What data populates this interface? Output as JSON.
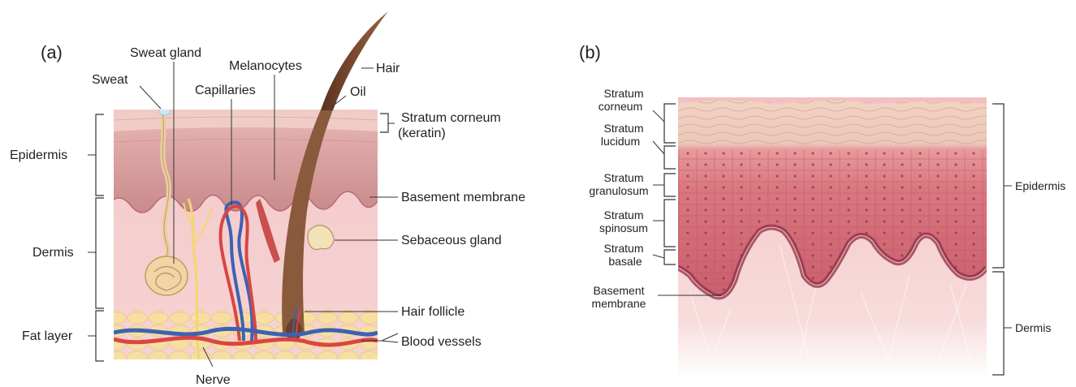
{
  "panels": {
    "a": {
      "letter": "(a)",
      "labels": {
        "sweat_gland": "Sweat gland",
        "sweat": "Sweat",
        "capillaries": "Capillaries",
        "melanocytes": "Melanocytes",
        "hair": "Hair",
        "oil": "Oil",
        "stratum_corneum_1": "Stratum corneum",
        "stratum_corneum_2": "(keratin)",
        "basement_membrane": "Basement membrane",
        "sebaceous_gland": "Sebaceous gland",
        "hair_follicle": "Hair follicle",
        "blood_vessels": "Blood vessels",
        "nerve": "Nerve",
        "epidermis": "Epidermis",
        "dermis": "Dermis",
        "fat_layer": "Fat layer"
      }
    },
    "b": {
      "letter": "(b)",
      "labels": {
        "corneum_1": "Stratum",
        "corneum_2": "corneum",
        "lucidum_1": "Stratum",
        "lucidum_2": "lucidum",
        "granulosum_1": "Stratum",
        "granulosum_2": "granulosum",
        "spinosum_1": "Stratum",
        "spinosum_2": "spinosum",
        "basale_1": "Stratum",
        "basale_2": "basale",
        "basement_1": "Basement",
        "basement_2": "membrane",
        "epidermis": "Epidermis",
        "dermis": "Dermis"
      }
    }
  }
}
